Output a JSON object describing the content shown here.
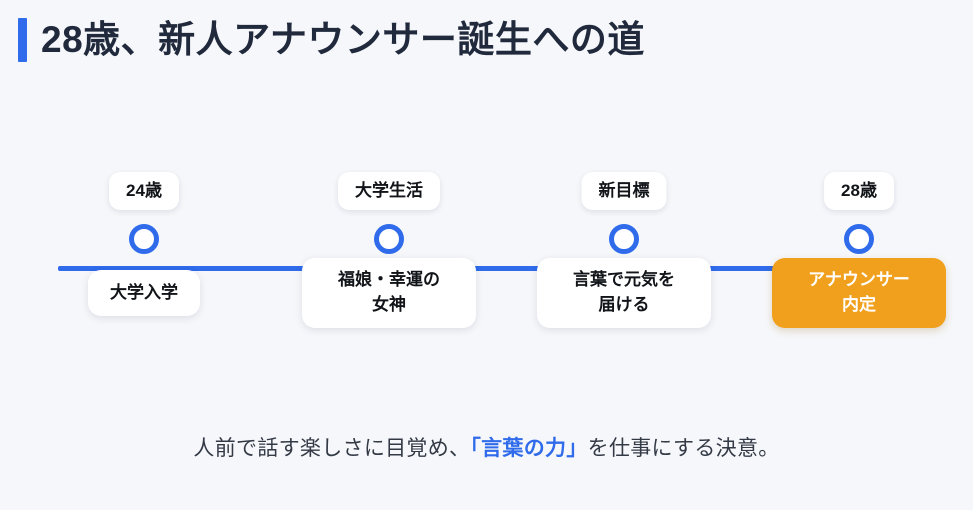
{
  "title": {
    "text": "28歳、新人アナウンサー誕生への道",
    "accent_color": "#2f6bea",
    "text_color": "#202a3c"
  },
  "timeline": {
    "line_color": "#2f6bea",
    "marker_color": "#2f6bea",
    "nodes": [
      {
        "chip": "24歳",
        "card_line1": "大学入学",
        "card_line2": "",
        "highlight": false,
        "card_style": "single"
      },
      {
        "chip": "大学生活",
        "card_line1": "福娘・幸運の",
        "card_line2": "女神",
        "highlight": false,
        "card_style": "tall"
      },
      {
        "chip": "新目標",
        "card_line1": "言葉で元気を",
        "card_line2": "届ける",
        "highlight": false,
        "card_style": "tall"
      },
      {
        "chip": "28歳",
        "card_line1": "アナウンサー",
        "card_line2": "内定",
        "highlight": true,
        "card_style": "tall",
        "highlight_color": "#f0a01c"
      }
    ]
  },
  "caption": {
    "before": "人前で話す楽しさに目覚め、",
    "highlight": "「言葉の力」",
    "after": "を仕事にする決意。",
    "highlight_color": "#2f6bea"
  },
  "background_color": "#f6f7fa"
}
